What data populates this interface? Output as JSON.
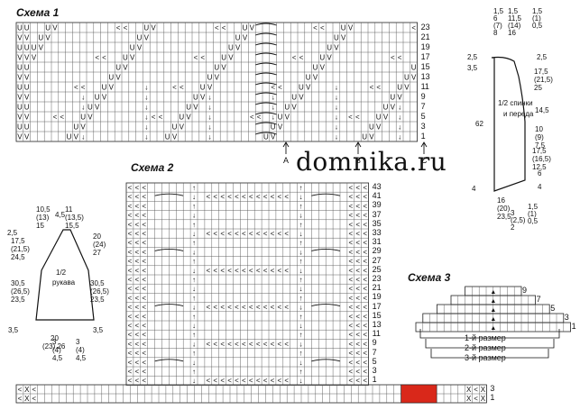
{
  "watermark": "domnika.ru",
  "scheme1": {
    "title": "Схема 1",
    "row_numbers": [
      "23",
      "21",
      "19",
      "17",
      "15",
      "13",
      "11",
      "9",
      "7",
      "5",
      "3",
      "1"
    ],
    "markers": [
      "A",
      "B",
      "C"
    ]
  },
  "scheme2": {
    "title": "Схема 2",
    "row_numbers": [
      "43",
      "41",
      "39",
      "37",
      "35",
      "33",
      "31",
      "29",
      "27",
      "25",
      "23",
      "21",
      "19",
      "17",
      "15",
      "13",
      "11",
      "9",
      "7",
      "5",
      "3",
      "1"
    ]
  },
  "scheme3": {
    "title": "Схема 3",
    "row_numbers": [
      "9",
      "7",
      "5",
      "3",
      "1"
    ],
    "sizes": [
      "1-й размер",
      "2-й размер",
      "3-й размер"
    ]
  },
  "body_pattern": {
    "label_line1": "1/2 спинки",
    "label_line2": "и переда",
    "top_sizes": [
      {
        "id": "t1",
        "lines": [
          "1,5",
          "6",
          "(7)",
          "8"
        ]
      },
      {
        "id": "t2",
        "lines": [
          "1,5",
          "11,5",
          "(14)",
          "16"
        ]
      },
      {
        "id": "t3",
        "lines": [
          "1,5",
          "(1)",
          "0,5"
        ]
      }
    ],
    "left_top": [
      "2,5",
      "3,5"
    ],
    "height": "62",
    "right": [
      {
        "id": "r1",
        "lines": [
          "2,5"
        ]
      },
      {
        "id": "r2",
        "lines": [
          "17,5",
          "(21,5)",
          "25"
        ]
      },
      {
        "id": "r3",
        "lines": [
          "14,5"
        ]
      },
      {
        "id": "r4",
        "lines": [
          "10",
          "(9)",
          "7,5"
        ]
      },
      {
        "id": "r5",
        "lines": [
          "17,5",
          "(16,5)",
          "12,5"
        ]
      },
      {
        "id": "r6",
        "lines": [
          "6"
        ]
      },
      {
        "id": "r7",
        "lines": [
          "4"
        ]
      }
    ],
    "left_bottom": "4",
    "bottom": [
      "16",
      "(20)",
      "23,5"
    ],
    "bottom_small": [
      {
        "id": "b1",
        "lines": [
          "3",
          "(2,5)",
          "2"
        ]
      },
      {
        "id": "b2",
        "lines": [
          "1,5",
          "(1)",
          "0,5"
        ]
      }
    ]
  },
  "sleeve_pattern": {
    "label_line1": "1/2",
    "label_line2": "рукава",
    "top": [
      {
        "id": "s1",
        "lines": [
          "10,5",
          "(13)",
          "15"
        ]
      },
      {
        "id": "s2",
        "lines": [
          "4,5"
        ]
      },
      {
        "id": "s3",
        "lines": [
          "11",
          "(13,5)",
          "15,5"
        ]
      }
    ],
    "left": [
      {
        "id": "l1",
        "lines": [
          "2,5"
        ]
      },
      {
        "id": "l2",
        "lines": [
          "17,5",
          "(21,5)",
          "24,5"
        ]
      },
      {
        "id": "l3",
        "lines": [
          "30,5",
          "(26,5)",
          "23,5"
        ]
      },
      {
        "id": "l4",
        "lines": [
          "3,5"
        ]
      }
    ],
    "right": [
      {
        "id": "rr1",
        "lines": [
          "20",
          "(24)",
          "27"
        ]
      },
      {
        "id": "rr2",
        "lines": [
          "30,5",
          "(26,5)",
          "23,5"
        ]
      },
      {
        "id": "rr3",
        "lines": [
          "3,5"
        ]
      }
    ],
    "bottom": [
      {
        "id": "bb1",
        "lines": [
          "3",
          "(4)",
          "4,5"
        ]
      },
      {
        "id": "bb2",
        "lines": [
          "20",
          "(23)",
          "26"
        ]
      },
      {
        "id": "bb3",
        "lines": [
          "3",
          "(4)",
          "4,5"
        ]
      }
    ]
  },
  "legend_row": {
    "row_numbers": [
      "3",
      "1"
    ],
    "accent_color": "#d9281a"
  }
}
